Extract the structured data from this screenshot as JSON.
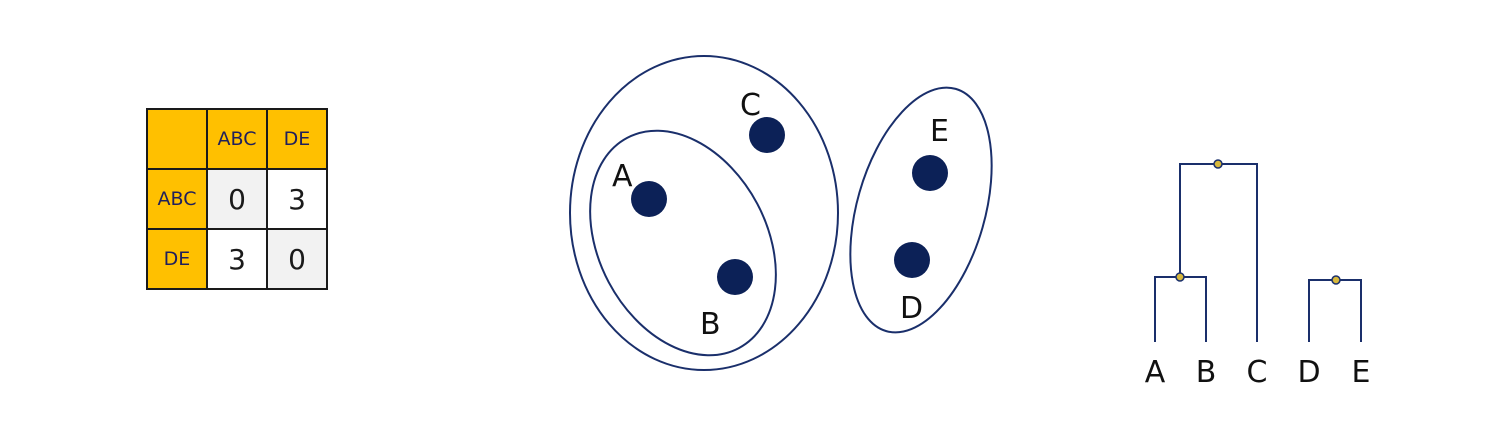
{
  "matrix": {
    "col_headers": [
      "ABC",
      "DE"
    ],
    "rows": [
      {
        "label": "ABC",
        "values": [
          "0",
          "3"
        ]
      },
      {
        "label": "DE",
        "values": [
          "3",
          "0"
        ]
      }
    ]
  },
  "scatter": {
    "points": [
      {
        "label": "A"
      },
      {
        "label": "B"
      },
      {
        "label": "C"
      },
      {
        "label": "D"
      },
      {
        "label": "E"
      }
    ],
    "clusters": [
      {
        "members": [
          "A",
          "B"
        ]
      },
      {
        "members": [
          "A",
          "B",
          "C"
        ]
      },
      {
        "members": [
          "D",
          "E"
        ]
      }
    ]
  },
  "dendrogram": {
    "leaves": [
      "A",
      "B",
      "C",
      "D",
      "E"
    ]
  },
  "colors": {
    "header": "#ffc000",
    "diagonal": "#f2f2f2",
    "point": "#0c2157",
    "outline": "#1a2f6b",
    "node": "#d7b83b"
  }
}
